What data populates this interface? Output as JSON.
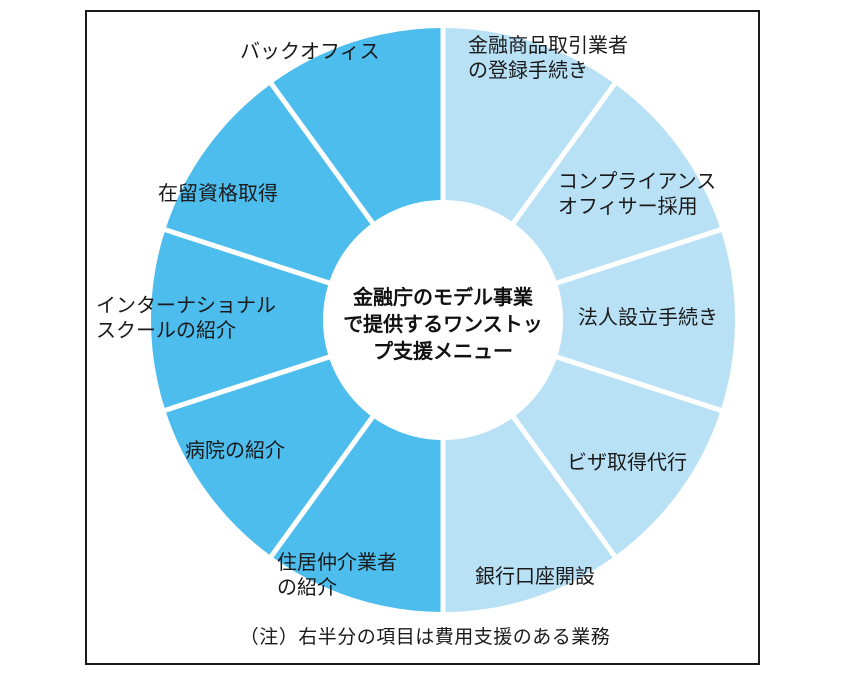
{
  "center": {
    "lines": [
      "金融庁のモデル事業",
      "で提供するワンストッ",
      "プ支援メニュー"
    ]
  },
  "segments": [
    {
      "lines": [
        "金融商品取引業者",
        "の登録手続き"
      ],
      "side": "right"
    },
    {
      "lines": [
        "コンプライアンス",
        "オフィサー採用"
      ],
      "side": "right"
    },
    {
      "lines": [
        "法人設立手続き"
      ],
      "side": "right"
    },
    {
      "lines": [
        "ビザ取得代行"
      ],
      "side": "right"
    },
    {
      "lines": [
        "銀行口座開設"
      ],
      "side": "right"
    },
    {
      "lines": [
        "住居仲介業者",
        "の紹介"
      ],
      "side": "left"
    },
    {
      "lines": [
        "病院の紹介"
      ],
      "side": "left"
    },
    {
      "lines": [
        "インターナショナル",
        "スクールの紹介"
      ],
      "side": "left"
    },
    {
      "lines": [
        "在留資格取得"
      ],
      "side": "left"
    },
    {
      "lines": [
        "バックオフィス"
      ],
      "side": "left"
    }
  ],
  "colors": {
    "right_fill": "#b9e1f6",
    "left_fill": "#4cbded",
    "separator": "#ffffff",
    "center_fill": "#ffffff"
  },
  "footnote": "（注）右半分の項目は費用支援のある業務"
}
